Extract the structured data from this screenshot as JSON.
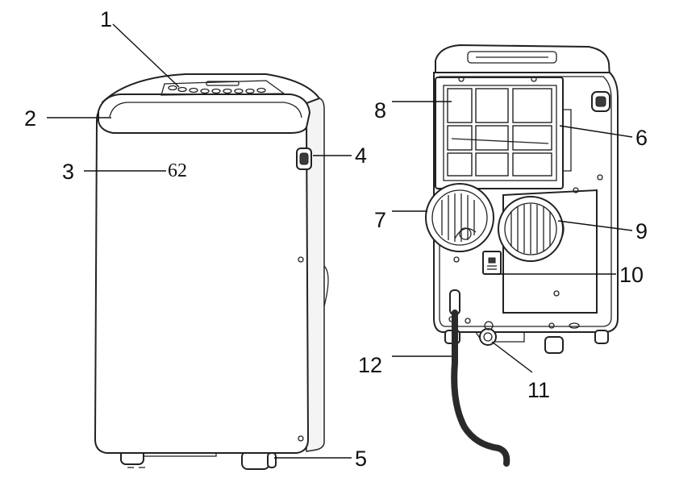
{
  "callouts": [
    {
      "id": "1",
      "text": "1"
    },
    {
      "id": "2",
      "text": "2"
    },
    {
      "id": "3",
      "text": "3"
    },
    {
      "id": "4",
      "text": "4"
    },
    {
      "id": "5",
      "text": "5"
    },
    {
      "id": "6",
      "text": "6"
    },
    {
      "id": "7",
      "text": "7"
    },
    {
      "id": "8",
      "text": "8"
    },
    {
      "id": "9",
      "text": "9"
    },
    {
      "id": "10",
      "text": "10"
    },
    {
      "id": "11",
      "text": "11"
    },
    {
      "id": "12",
      "text": "12"
    }
  ],
  "front_unit": {
    "display_value": "62"
  },
  "colors": {
    "outline": "#222222",
    "background": "#ffffff",
    "hose": "#2a2a2a"
  }
}
